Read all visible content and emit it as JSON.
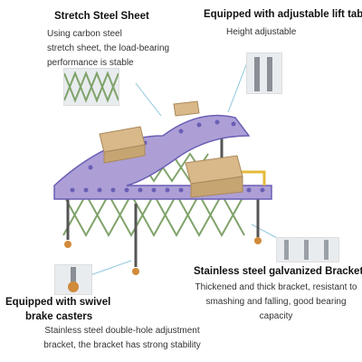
{
  "features": [
    {
      "title": "Stretch Steel Sheet",
      "lines": [
        "Using carbon steel",
        "stretch sheet, the load-bearing",
        "performance is stable"
      ]
    },
    {
      "title": "Equipped with adjustable lift table",
      "lines": [
        "Height adjustable"
      ]
    },
    {
      "title": "Stainless steel galvanized Bracket",
      "lines": [
        "Thickened and thick bracket, resistant to",
        "smashing and falling, good bearing",
        "capacity"
      ]
    },
    {
      "title_lines": [
        "Equipped with swivel",
        "brake casters"
      ],
      "lines": [
        "Stainless steel double-hole adjustment",
        "bracket, the bracket has strong stability"
      ]
    }
  ],
  "colors": {
    "roller": "#6a5fb5",
    "frame": "#7fa36a",
    "box": "#d9b98a",
    "line": "#8ec7dd"
  }
}
